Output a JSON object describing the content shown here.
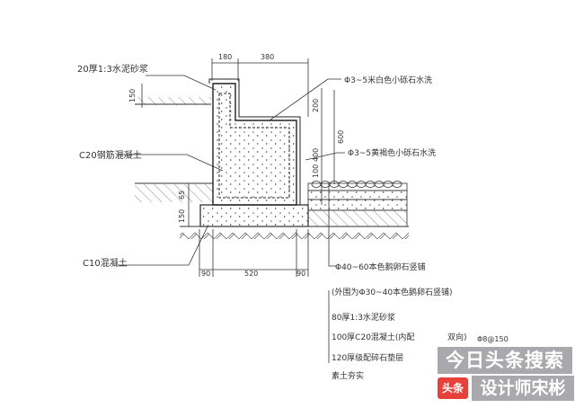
{
  "labels": {
    "mortar_cap": "20厚1:3水泥砂浆",
    "white_stone": "Φ3~5米白色小砾石水洗",
    "rc_concrete": "C20钢筋混凝土",
    "yellow_stone": "Φ3~5黄褐色小砾石水洗",
    "c10": "C10混凝土",
    "pebble_1": "Φ40~60本色鹅卵石竖铺",
    "pebble_2": "(外围为Φ30~40本色鹅卵石竖铺)",
    "mortar_80": "80厚1:3水泥砂浆",
    "concrete_100": "100厚C20混凝土(内配",
    "rebar_dir": "双向)",
    "rebar_spec": "Φ8@150",
    "gravel_120": "120厚级配碎石垫层",
    "soil": "素土夯实"
  },
  "dims": {
    "top_180": "180",
    "top_380": "380",
    "left_150": "150",
    "right_200": "200",
    "right_600": "600",
    "right_400": "400",
    "right_100": "100",
    "left_65": "65",
    "left_150b": "150",
    "bottom_90a": "90",
    "bottom_520": "520",
    "bottom_90b": "90"
  },
  "watermark": {
    "search": "今日头条搜索",
    "badge": "头条",
    "author": "设计师宋彬"
  }
}
